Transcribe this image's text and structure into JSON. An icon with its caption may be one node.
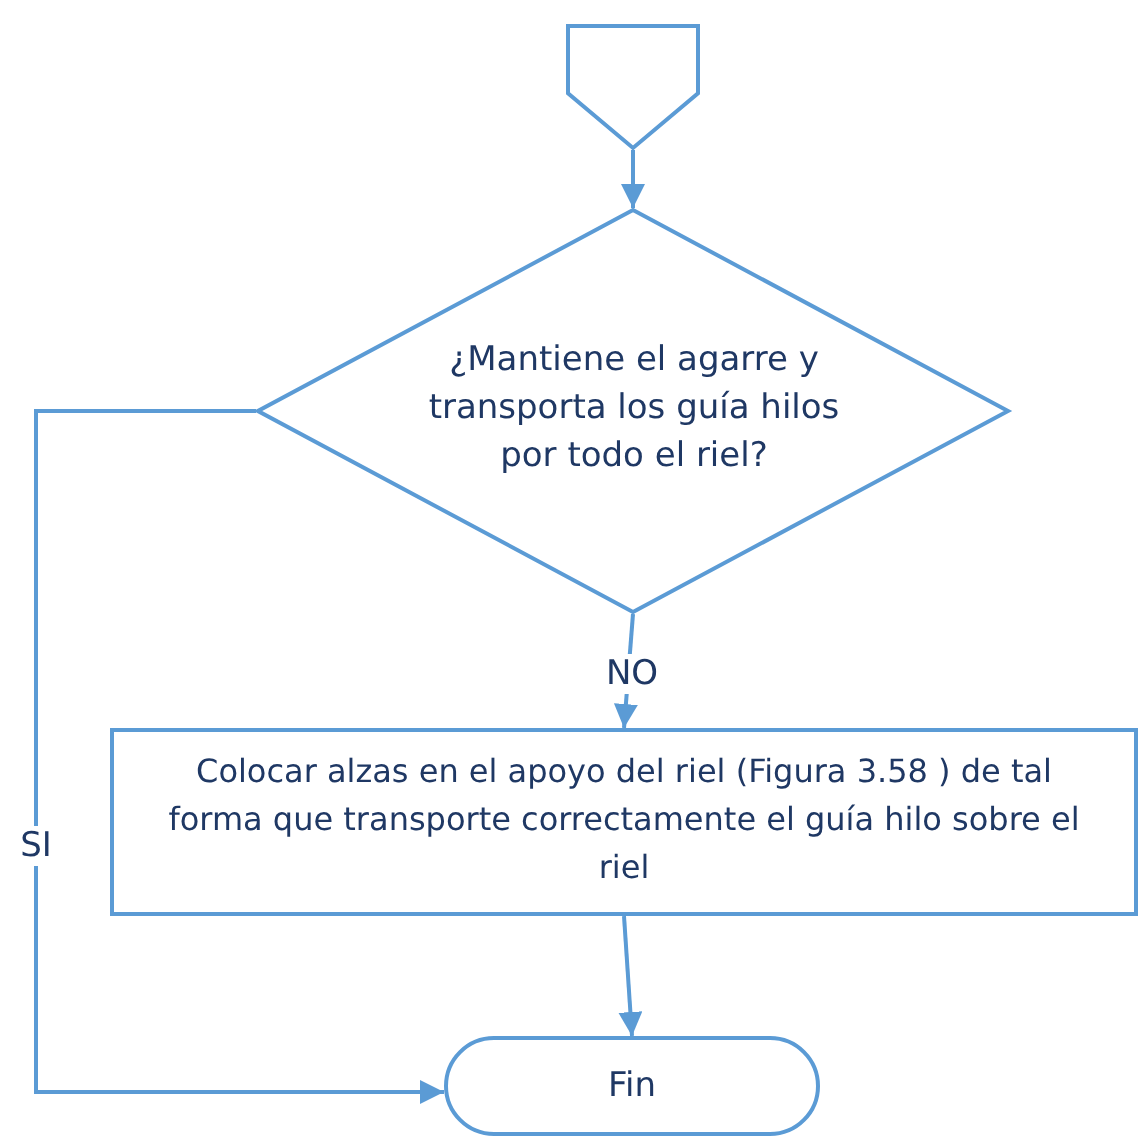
{
  "diagram": {
    "nodes": [
      {
        "text": [],
        "shape": "pentagon"
      },
      {
        "text": [
          "¿Mantiene el agarre y transporta los guía hilos por todo el riel?"
        ]
      },
      {
        "text": [
          "Colocar alzas en el apoyo del riel (Figura 3.58 ) de tal forma que transporte correctamente el guía hilo sobre el riel"
        ]
      },
      {
        "text": [
          "Fin"
        ]
      }
    ],
    "edges": [
      {
        "from": 0,
        "to": 1,
        "arrow": "to"
      },
      {
        "from": 1,
        "to": 2,
        "arrow": "to",
        "label": "NO"
      },
      {
        "from": 1,
        "to": 3,
        "arrow": "to",
        "label": "SI"
      },
      {
        "from": 2,
        "to": 3,
        "arrow": "to"
      }
    ]
  }
}
